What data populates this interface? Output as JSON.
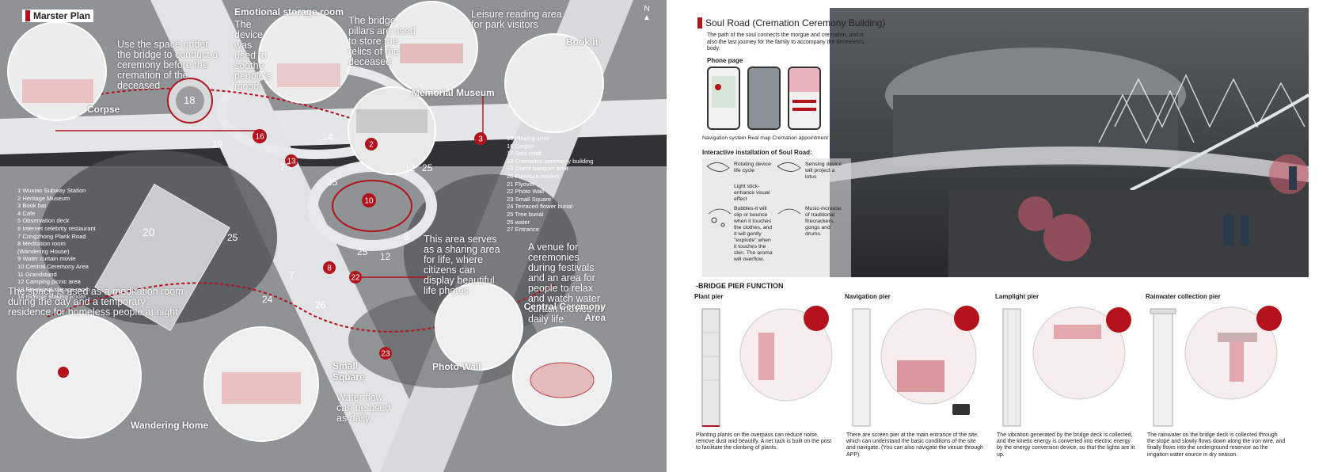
{
  "left": {
    "title": "Marster Plan",
    "north_label": "N",
    "notes": {
      "bridge_space": "Use the space under the bridge to conduct a ceremony before the cremation of the deceased",
      "emotional_storage": "Emotional storage room",
      "device_soothe": "The device was used to soothe people's mood.",
      "bridge_pillars": "The bridge pillars are used to store the relics of the deceased",
      "leisure_reading": "Leisure reading area for park visitors",
      "book_it": "Book it",
      "corpse": "Corpse",
      "memorial_museum": "Memorial Museum",
      "sharing_area": "This area serves as a sharing area for life, where citizens can display beautiful life photos",
      "venue": "A venue for ceremonies during festivals and an area for people to relax and watch water curtain movies in daily life.",
      "meditation": "The space is used as a meditation room during the day and a temporary residence for homeless people at night",
      "central_ceremony": "Central Ceremony Area",
      "photo_wall": "Photo Wall",
      "small_square": "Small Square",
      "water_flow": "Water flow can be used as daily",
      "wandering_home": "Wandering Home"
    },
    "legend_left": [
      "1   Wuxiao Subway Station",
      "2   Heritage Museum",
      "3   Book bar",
      "4   Cafe",
      "5   Observation deck",
      "6   Internet celebrity restaurant",
      "7   Congzhong Plank Road",
      "8   Meditation room",
      "     (Wandering House)",
      "9   Water curtain movie",
      "10  Central Ceremony Area",
      "11  Grandstand",
      "12  Camping picnic area",
      "13  Emotional storage room",
      "14  Incense Making Room"
    ],
    "legend_right": [
      "15  Playing area",
      "16  Corpse",
      "17  Soul road",
      "18  Cremation ceremony building",
      "19  Guest banquet area",
      "20  Furniture market",
      "21  Flyover",
      "22  Photo Wall",
      "23  Small Square",
      "24  Terraced flower burial",
      "25  Tree burial",
      "26  water",
      "27  Entrance"
    ],
    "markers": [
      "16",
      "2",
      "3",
      "13",
      "10",
      "8",
      "22",
      "23"
    ],
    "zone_numbers": [
      "18",
      "19",
      "20",
      "25",
      "25",
      "25",
      "25",
      "12",
      "12",
      "14",
      "24",
      "26",
      "25",
      "8",
      "7"
    ]
  },
  "right": {
    "title": "Soul Road (Cremation Ceremony Building)",
    "intro": "The path of the soul connects the morgue and cremation, and is also the last journey for the family to accompany the deceased's body.",
    "phone_label": "Phone page",
    "phone_caption": "Navigation system Real map Cremation appointment",
    "interactive_title": "Interactive installation of Soul Road:",
    "interactive_items": [
      "Rotating device life cycle",
      "Sensing device will project a lotus",
      "Light stick-enhance visual effect",
      "Bubbles-it will slip or bounce when it touches the clothes, and it will gently \"explode\" when it touches the skin. The aroma will overflow.",
      "Music-increase of traditional firecrackers, gongs and drums."
    ],
    "pier_function_title": "-BRIDGE PIER FUNCTION",
    "piers": [
      {
        "name": "Plant pier",
        "desc": "Planting plants on the overpass can reduce noise, remove dust and beautify. A net rack is built on the post to facilitate the climbing of plants."
      },
      {
        "name": "Navigation pier",
        "desc": "There are screen pier at the main entrance of the site, which can understand the basic conditions of the site and navigate. (You can also navigate the venue through APP)"
      },
      {
        "name": "Lamplight pier",
        "desc": "The vibration generated by the bridge deck is collected, and the kinetic energy is converted into electric energy by the energy conversion device, so that the lights are lit up."
      },
      {
        "name": "Rainwater collection pier",
        "desc": "The rainwater on the bridge deck is collected through the slope and slowly flows down along the iron wire, and finally flows into the underground reservoir as the irrigation water source in dry season."
      }
    ]
  },
  "colors": {
    "accent_red": "#b3121c",
    "map_gray": "#8f9396",
    "road_light": "#e4e6e7",
    "render_dark": "#3b4044"
  }
}
